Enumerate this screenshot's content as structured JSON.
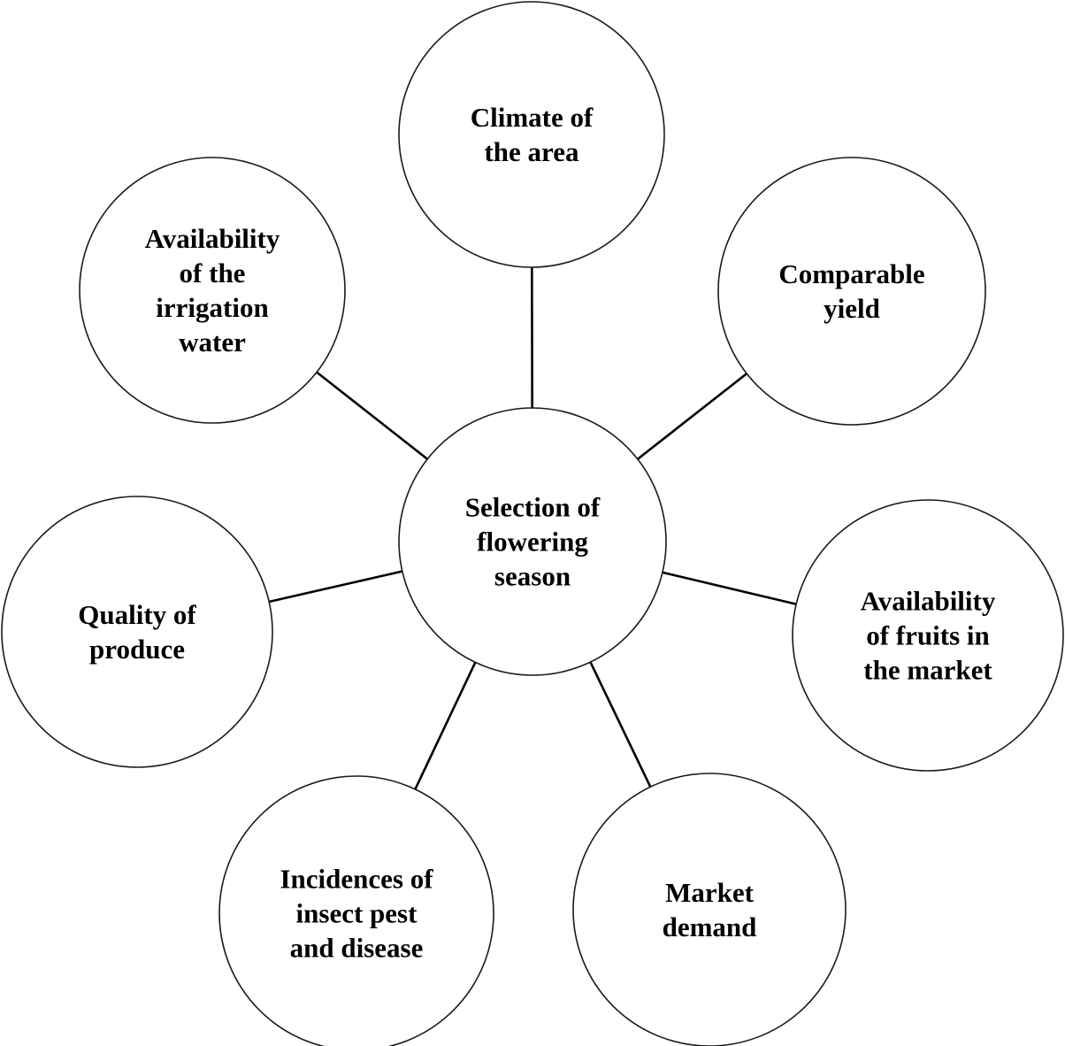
{
  "diagram": {
    "center_node": {
      "id": "selection-of-flowering-season",
      "label_lines": [
        "Selection of",
        "flowering",
        "season"
      ]
    },
    "nodes": [
      {
        "id": "climate-of-the-area",
        "label_lines": [
          "Climate of",
          "the area"
        ]
      },
      {
        "id": "availability-of-the-irrigation-water",
        "label_lines": [
          "Availability",
          "of the",
          "irrigation",
          "water"
        ]
      },
      {
        "id": "comparable-yield",
        "label_lines": [
          "Comparable",
          "yield"
        ]
      },
      {
        "id": "availability-of-fruits-in-the-market",
        "label_lines": [
          "Availability",
          "of fruits in",
          "the market"
        ]
      },
      {
        "id": "quality-of-produce",
        "label_lines": [
          "Quality of",
          "produce"
        ]
      },
      {
        "id": "incidences-of-insect-pest-and-disease",
        "label_lines": [
          "Incidences of",
          "insect pest",
          "and disease"
        ]
      },
      {
        "id": "market-demand",
        "label_lines": [
          "Market",
          "demand"
        ]
      }
    ],
    "colors": {
      "stroke": "#000000",
      "fill": "#ffffff",
      "text": "#000000"
    }
  }
}
